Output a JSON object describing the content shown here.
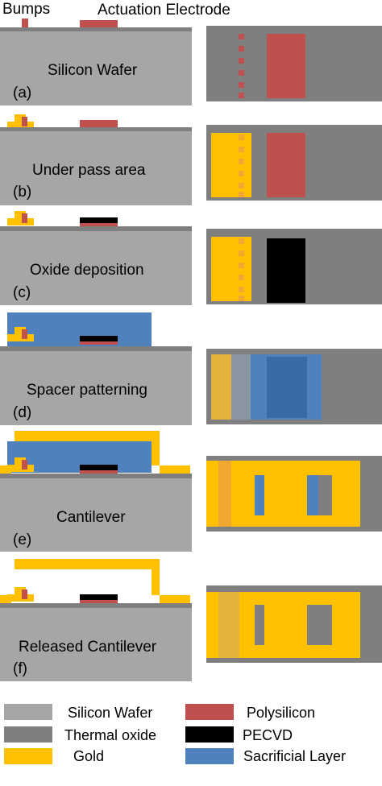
{
  "header": {
    "bumps": "Bumps",
    "actuation_electrode": "Actuation Electrode"
  },
  "steps": [
    {
      "tag": "(a)",
      "name": "Silicon Wafer"
    },
    {
      "tag": "(b)",
      "name": "Under pass area"
    },
    {
      "tag": "(c)",
      "name": "Oxide deposition"
    },
    {
      "tag": "(d)",
      "name": "Spacer patterning"
    },
    {
      "tag": "(e)",
      "name": "Cantilever"
    },
    {
      "tag": "(f)",
      "name": "Released Cantilever"
    }
  ],
  "legend": [
    {
      "label": "Silicon Wafer",
      "color": "#a6a6a6"
    },
    {
      "label": "Thermal oxide",
      "color": "#7f7f7f"
    },
    {
      "label": "Gold",
      "color": "#ffc000"
    },
    {
      "label": "Polysilicon",
      "color": "#c0504d"
    },
    {
      "label": "PECVD",
      "color": "#000000"
    },
    {
      "label": "Sacrificial Layer",
      "color": "#4f81bd"
    }
  ]
}
